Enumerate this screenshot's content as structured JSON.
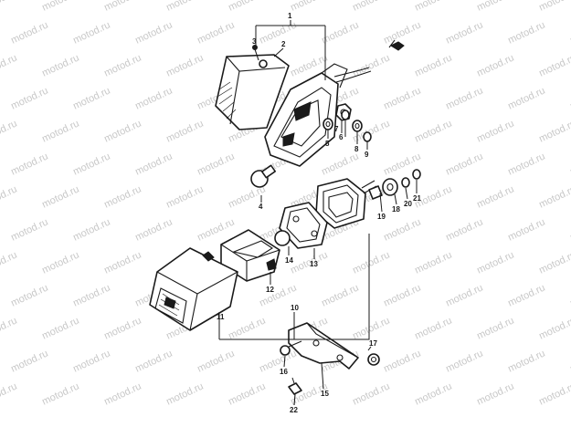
{
  "watermark": {
    "text": "motod.ru"
  },
  "callouts": [
    {
      "id": "1",
      "text": "1"
    },
    {
      "id": "2",
      "text": "2"
    },
    {
      "id": "3",
      "text": "3"
    },
    {
      "id": "4",
      "text": "4"
    },
    {
      "id": "5",
      "text": "5"
    },
    {
      "id": "6",
      "text": "6"
    },
    {
      "id": "7",
      "text": "7"
    },
    {
      "id": "8",
      "text": "8"
    },
    {
      "id": "9",
      "text": "9"
    },
    {
      "id": "10",
      "text": "10"
    },
    {
      "id": "11",
      "text": "11"
    },
    {
      "id": "12",
      "text": "12"
    },
    {
      "id": "13",
      "text": "13"
    },
    {
      "id": "14",
      "text": "14"
    },
    {
      "id": "15",
      "text": "15"
    },
    {
      "id": "16",
      "text": "16"
    },
    {
      "id": "17",
      "text": "17"
    },
    {
      "id": "18",
      "text": "18"
    },
    {
      "id": "19",
      "text": "19"
    },
    {
      "id": "20",
      "text": "20"
    },
    {
      "id": "21",
      "text": "21"
    },
    {
      "id": "22",
      "text": "22"
    }
  ]
}
